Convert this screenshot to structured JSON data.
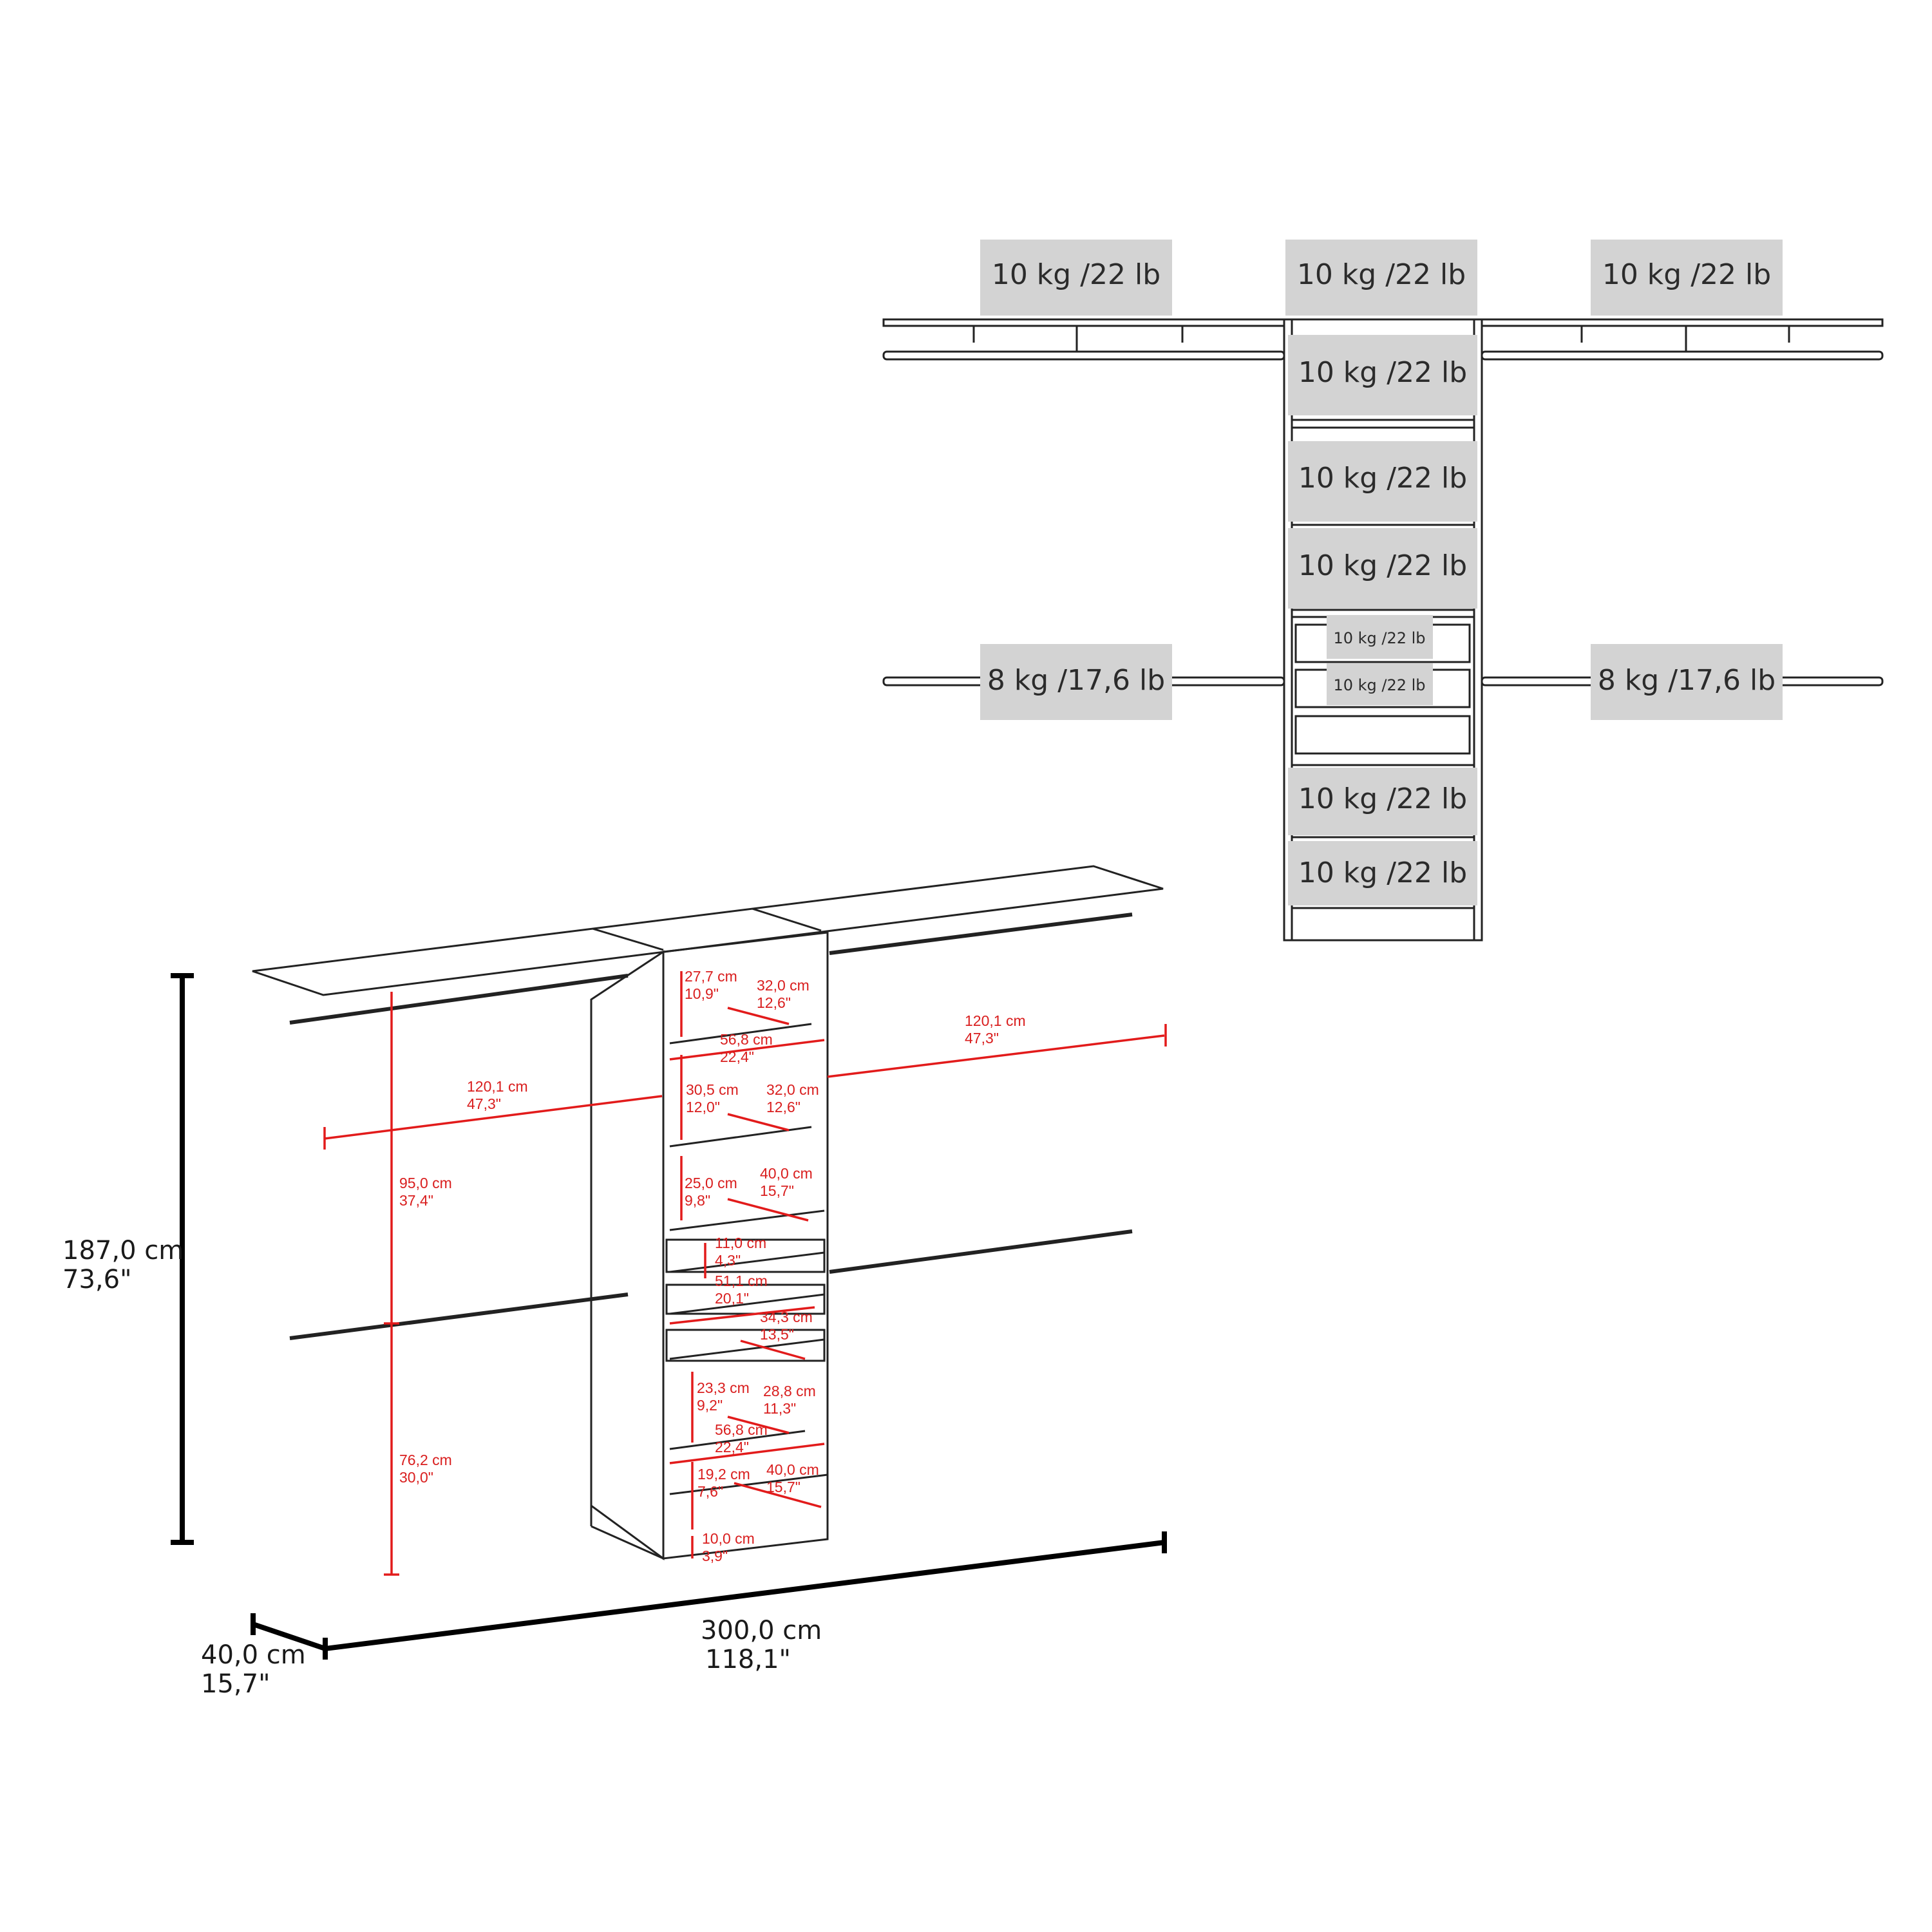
{
  "colors": {
    "badge_fill": "#d3d3d3",
    "dimension_red": "#e21b1b",
    "outline": "#222222",
    "text_dark": "#2b2b2b"
  },
  "load_ratings": {
    "top_shelf_left": "10 kg /22 lb",
    "top_shelf_center": "10 kg /22 lb",
    "top_shelf_right": "10 kg /22 lb",
    "tower_shelf_1": "10 kg /22 lb",
    "tower_shelf_2": "10 kg /22 lb",
    "tower_shelf_3": "10 kg /22 lb",
    "drawer_1": "10 kg /22 lb",
    "drawer_2": "10 kg /22 lb",
    "tower_shelf_4": "10 kg /22 lb",
    "tower_shelf_5": "10 kg /22 lb",
    "rod_left": "8 kg /17,6 lb",
    "rod_right": "8 kg /17,6 lb"
  },
  "overall_dimensions": {
    "height_cm": "187,0 cm",
    "height_in": "73,6\"",
    "width_cm": "300,0 cm",
    "width_in": "118,1\"",
    "depth_cm": "40,0 cm",
    "depth_in": "15,7\""
  },
  "detail_dimensions": [
    {
      "id": "shelf-gap-top",
      "cm": "27,7 cm",
      "in": "10,9\""
    },
    {
      "id": "shelf-depth-top",
      "cm": "32,0 cm",
      "in": "12,6\""
    },
    {
      "id": "tower-width-top",
      "cm": "56,8 cm",
      "in": "22,4\""
    },
    {
      "id": "wing-width-right",
      "cm": "120,1 cm",
      "in": "47,3\""
    },
    {
      "id": "wing-width-left",
      "cm": "120,1 cm",
      "in": "47,3\""
    },
    {
      "id": "shelf-gap-2",
      "cm": "30,5 cm",
      "in": "12,0\""
    },
    {
      "id": "shelf-depth-2",
      "cm": "32,0 cm",
      "in": "12,6\""
    },
    {
      "id": "rod-gap-upper",
      "cm": "95,0 cm",
      "in": "37,4\""
    },
    {
      "id": "shelf-gap-3",
      "cm": "25,0 cm",
      "in": "9,8\""
    },
    {
      "id": "tower-depth-mid",
      "cm": "40,0 cm",
      "in": "15,7\""
    },
    {
      "id": "drawer-height",
      "cm": "11,0 cm",
      "in": "4,3\""
    },
    {
      "id": "drawer-width",
      "cm": "51,1 cm",
      "in": "20,1\""
    },
    {
      "id": "drawer-depth",
      "cm": "34,3 cm",
      "in": "13,5\""
    },
    {
      "id": "shelf-gap-4",
      "cm": "23,3 cm",
      "in": "9,2\""
    },
    {
      "id": "shelf-depth-4",
      "cm": "28,8 cm",
      "in": "11,3\""
    },
    {
      "id": "tower-width-bottom",
      "cm": "56,8 cm",
      "in": "22,4\""
    },
    {
      "id": "rod-gap-lower",
      "cm": "76,2 cm",
      "in": "30,0\""
    },
    {
      "id": "shelf-gap-5",
      "cm": "19,2 cm",
      "in": "7,6\""
    },
    {
      "id": "tower-depth-bottom",
      "cm": "40,0 cm",
      "in": "15,7\""
    },
    {
      "id": "base-height",
      "cm": "10,0 cm",
      "in": "3,9\""
    }
  ]
}
